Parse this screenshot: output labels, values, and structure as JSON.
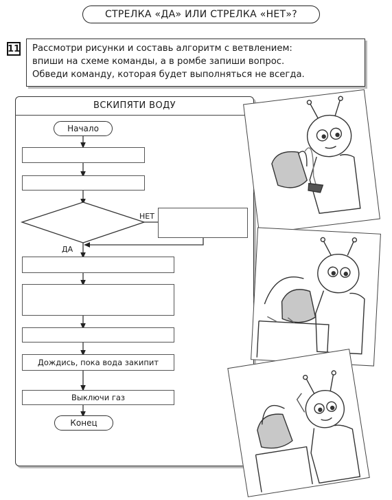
{
  "header": {
    "title": "СТРЕЛКА «ДА» ИЛИ СТРЕЛКА «НЕТ»?"
  },
  "task": {
    "number": "11",
    "lines": [
      "Рассмотри рисунки и составь алгоритм с ветвлением:",
      "впиши на схеме команды, а в ромбе запиши вопрос.",
      "Обведи команду, которая будет выполняться не всегда."
    ]
  },
  "flowchart": {
    "title": "ВСКИПЯТИ ВОДУ",
    "start": "Начало",
    "branch_no": "НЕТ",
    "branch_yes": "ДА",
    "wait_step": "Дождись, пока вода закипит",
    "off_step": "Выключи газ",
    "end": "Конец"
  }
}
